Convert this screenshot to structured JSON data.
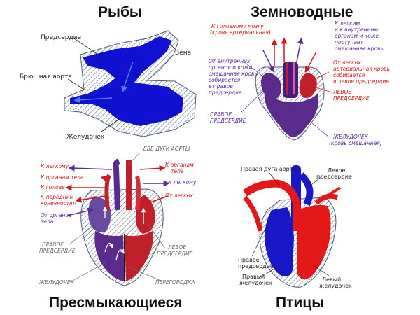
{
  "titles": {
    "fish": "Рыбы",
    "amphibians": "Земноводные",
    "reptiles": "Пресмыкающиеся",
    "birds": "Птицы"
  },
  "fish": {
    "atrium": "Предсердие",
    "vein": "Вена",
    "aorta": "Брюшная аорта",
    "ventricle": "Желудочек"
  },
  "amphibians": {
    "to_brain_1": "К головному мозгу",
    "to_brain_2": "(кровь артериальная)",
    "to_lungs_1": "К легким",
    "to_lungs_2": "и к внутренним",
    "to_lungs_3": "органам и коже",
    "to_lungs_4": "поступает",
    "to_lungs_5": "смешанная кровь",
    "from_organs_1": "От внутренних",
    "from_organs_2": "органов и кожи",
    "from_organs_3": "смешанная кровь",
    "from_organs_4": "собирается",
    "from_organs_5": "в правое",
    "from_organs_6": "предсердие",
    "from_lungs_1": "От легких",
    "from_lungs_2": "артериальная кровь",
    "from_lungs_3": "собирается",
    "from_lungs_4": "в левое предсердие",
    "left_atrium_1": "ЛЕВОЕ",
    "left_atrium_2": "ПРЕДСЕРДИЕ",
    "right_atrium_1": "ПРАВОЕ",
    "right_atrium_2": "ПРЕДСЕРДИЕ",
    "ventricle_1": "ЖЕЛУДОЧЕК",
    "ventricle_2": "(кровь смешанная)"
  },
  "reptiles": {
    "two_arches": "ДВЕ ДУГИ АОРТЫ",
    "to_lung_l": "К легкому",
    "to_organs_l": "К органам тела",
    "to_head": "К голове",
    "to_limbs_1": "К передним",
    "to_limbs_2": "конечностям",
    "from_organs_1": "От органов",
    "from_organs_2": "тела",
    "to_organs_r_1": "К органам",
    "to_organs_r_2": "тела",
    "to_lung_r": "К легкому",
    "from_lungs": "От легких",
    "right_atrium_1": "ПРАВОЕ",
    "right_atrium_2": "ПРЕДСЕРДИЕ",
    "left_atrium_1": "ЛЕВОЕ",
    "left_atrium_2": "ПРЕДСЕРДИЕ",
    "ventricle": "ЖЕЛУДОЧЕК",
    "septum": "ПЕРЕГОРОДКА"
  },
  "birds": {
    "right_arch": "Правая дуга аорты",
    "left_atrium_1": "Левое",
    "left_atrium_2": "предсердие",
    "right_atrium_1": "Правое",
    "right_atrium_2": "предсердие",
    "right_ventricle_1": "Правый",
    "right_ventricle_2": "желудочек",
    "left_ventricle_1": "Левый",
    "left_ventricle_2": "желудочек"
  },
  "colors": {
    "venous": "#1010d0",
    "arterial": "#e01010",
    "mixed": "#5a2a8c",
    "label_red": "#d01818",
    "label_purple": "#5a2a9c"
  }
}
